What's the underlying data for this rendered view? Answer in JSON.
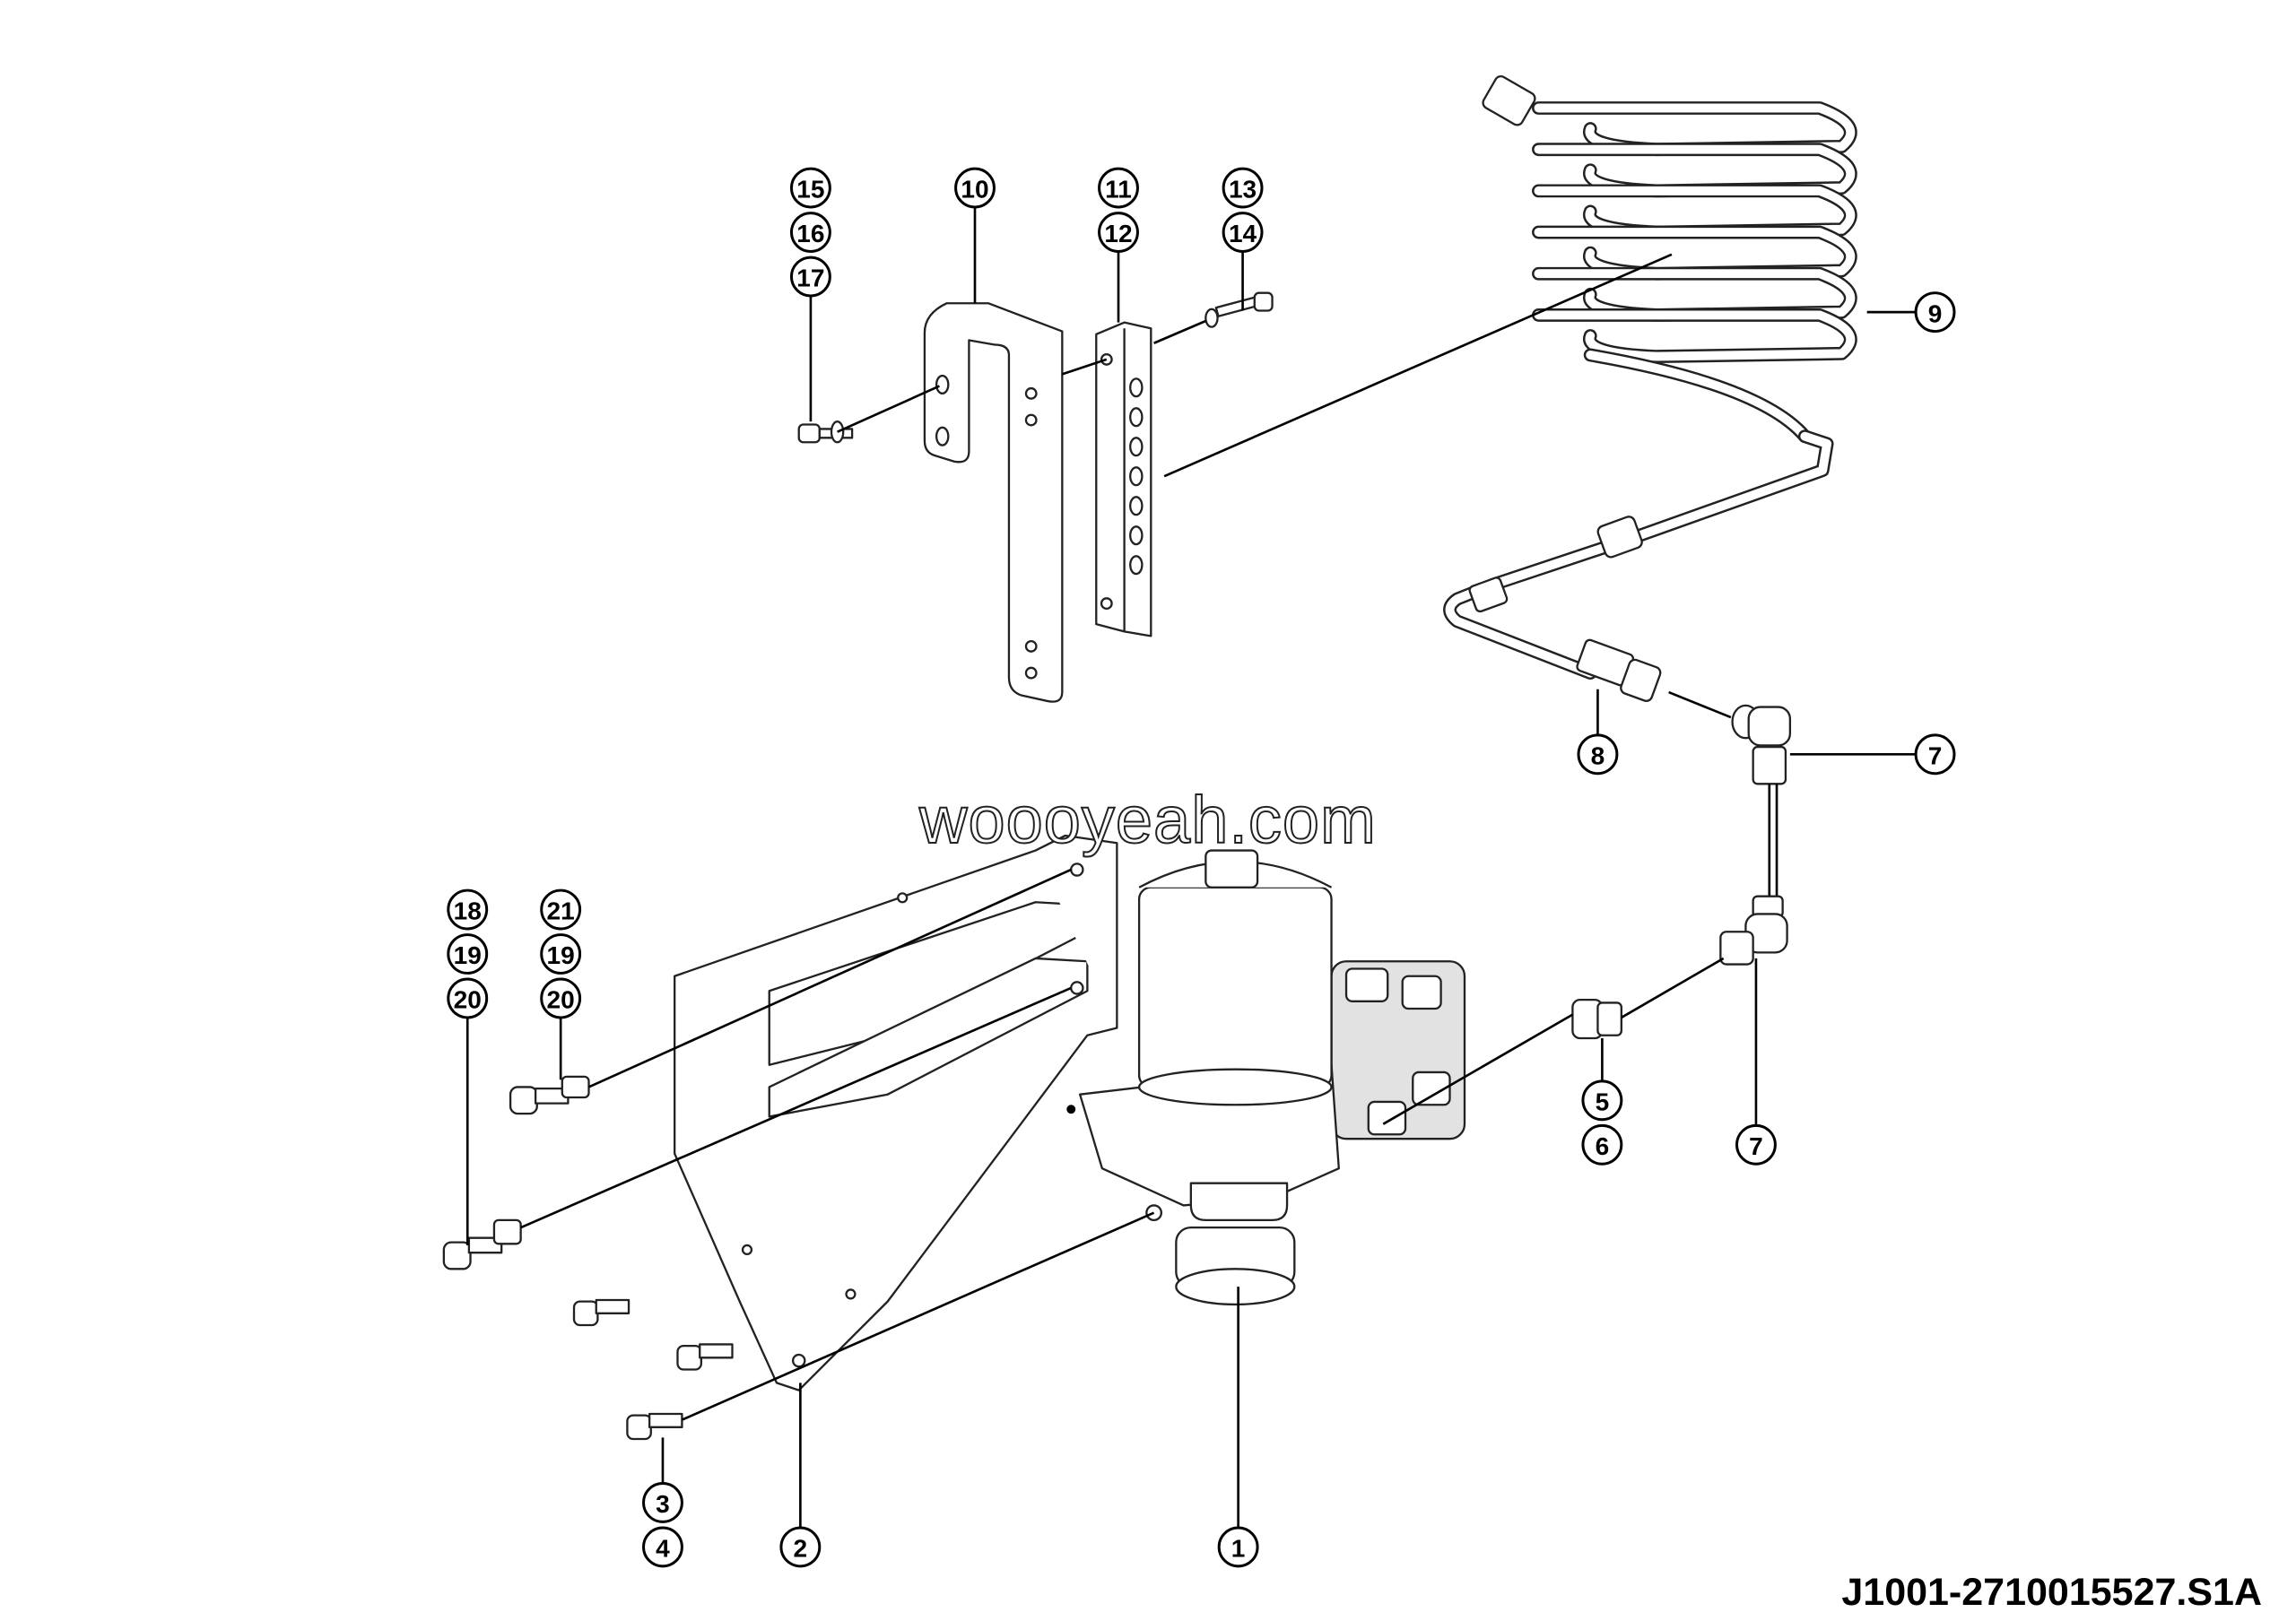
{
  "diagram": {
    "drawing_code": "J1001-2710015527.S1A",
    "watermark": "woooyeah.com",
    "callouts": [
      "15",
      "16",
      "17",
      "10",
      "11",
      "12",
      "13",
      "14",
      "9",
      "8",
      "7",
      "18",
      "19",
      "20",
      "21",
      "19",
      "20",
      "5",
      "6",
      "7",
      "3",
      "4",
      "2",
      "1"
    ]
  }
}
